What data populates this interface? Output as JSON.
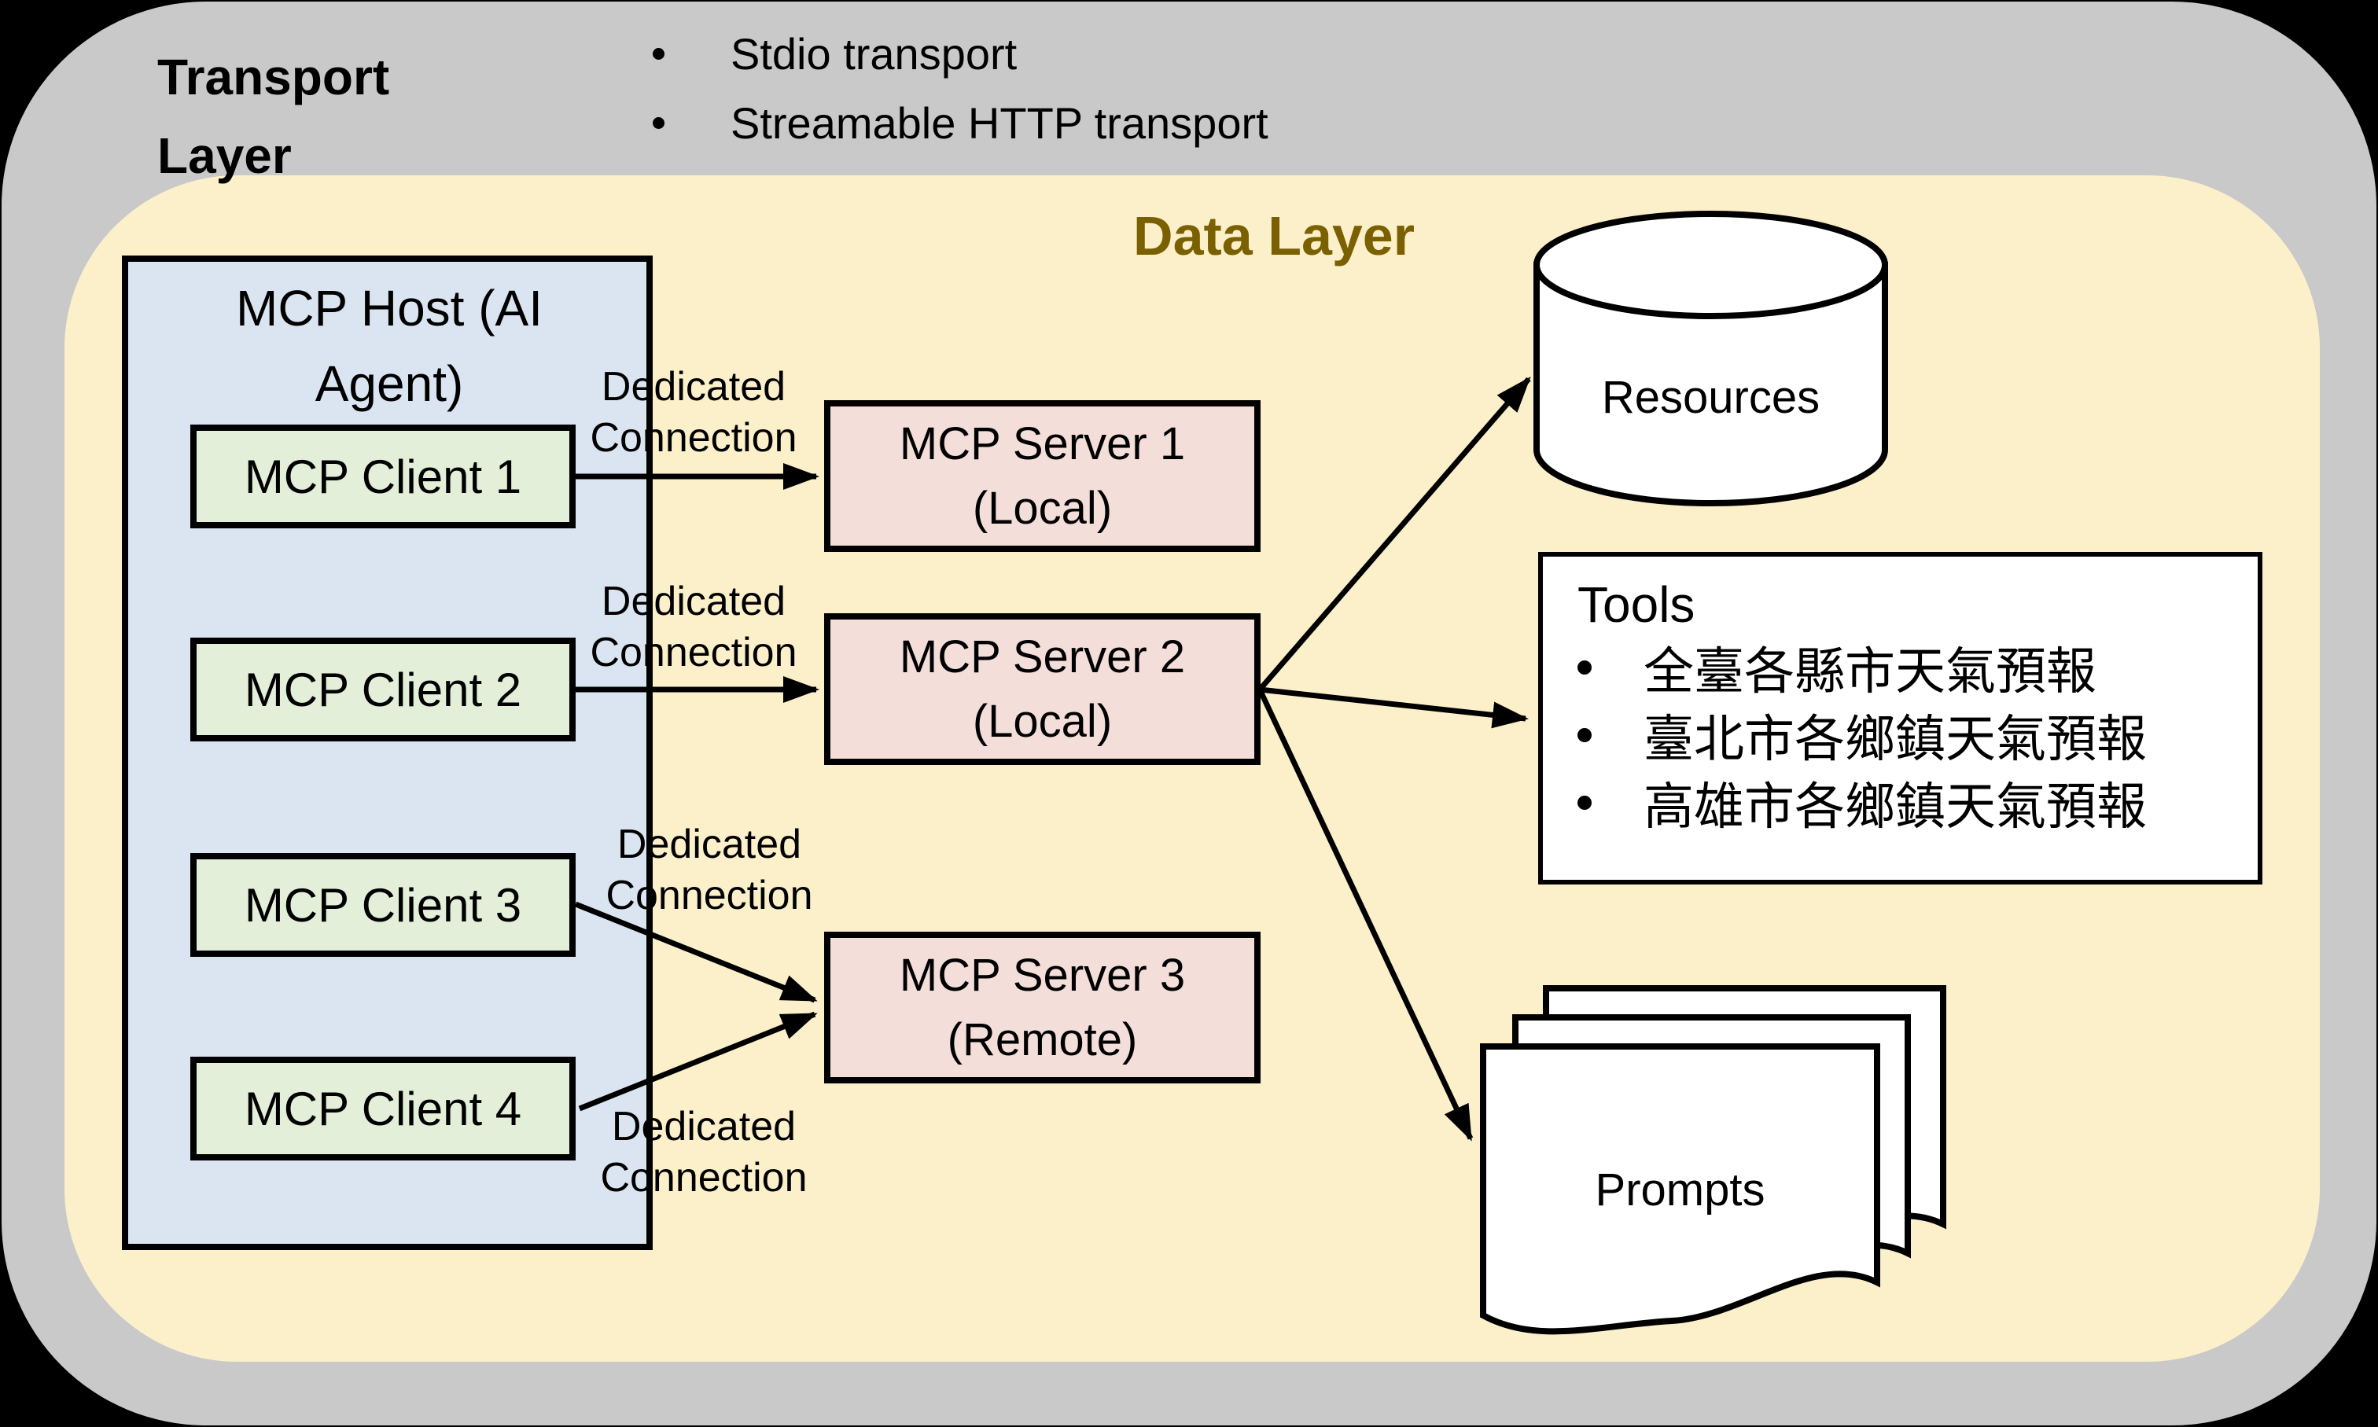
{
  "transport_layer": {
    "title_line1": "Transport",
    "title_line2": "Layer",
    "bullets": [
      "Stdio transport",
      "Streamable HTTP transport"
    ]
  },
  "data_layer": {
    "title": "Data Layer"
  },
  "mcp_host": {
    "title_line1": "MCP Host (AI",
    "title_line2": "Agent)",
    "clients": [
      "MCP Client 1",
      "MCP Client 2",
      "MCP Client 3",
      "MCP Client 4"
    ]
  },
  "connection_labels": [
    "Dedicated Connection",
    "Dedicated Connection",
    "Dedicated Connection",
    "Dedicated Connection"
  ],
  "servers": [
    {
      "name": "MCP Server 1",
      "location": "(Local)"
    },
    {
      "name": "MCP Server 2",
      "location": "(Local)"
    },
    {
      "name": "MCP Server 3",
      "location": "(Remote)"
    }
  ],
  "resources": {
    "label": "Resources"
  },
  "tools": {
    "title": "Tools",
    "items": [
      "全臺各縣市天氣預報",
      "臺北市各鄉鎮天氣預報",
      "高雄市各鄉鎮天氣預報"
    ]
  },
  "prompts": {
    "label": "Prompts"
  },
  "colors": {
    "outer_band": "#C9C9C9",
    "data_layer_bg": "#FCF0CB",
    "data_layer_title": "#7A6000",
    "host_bg": "#DBE5F1",
    "client_bg": "#E3EFD9",
    "server_bg": "#F3DEDA",
    "shape_fill": "#FFFFFF",
    "line": "#000000"
  }
}
